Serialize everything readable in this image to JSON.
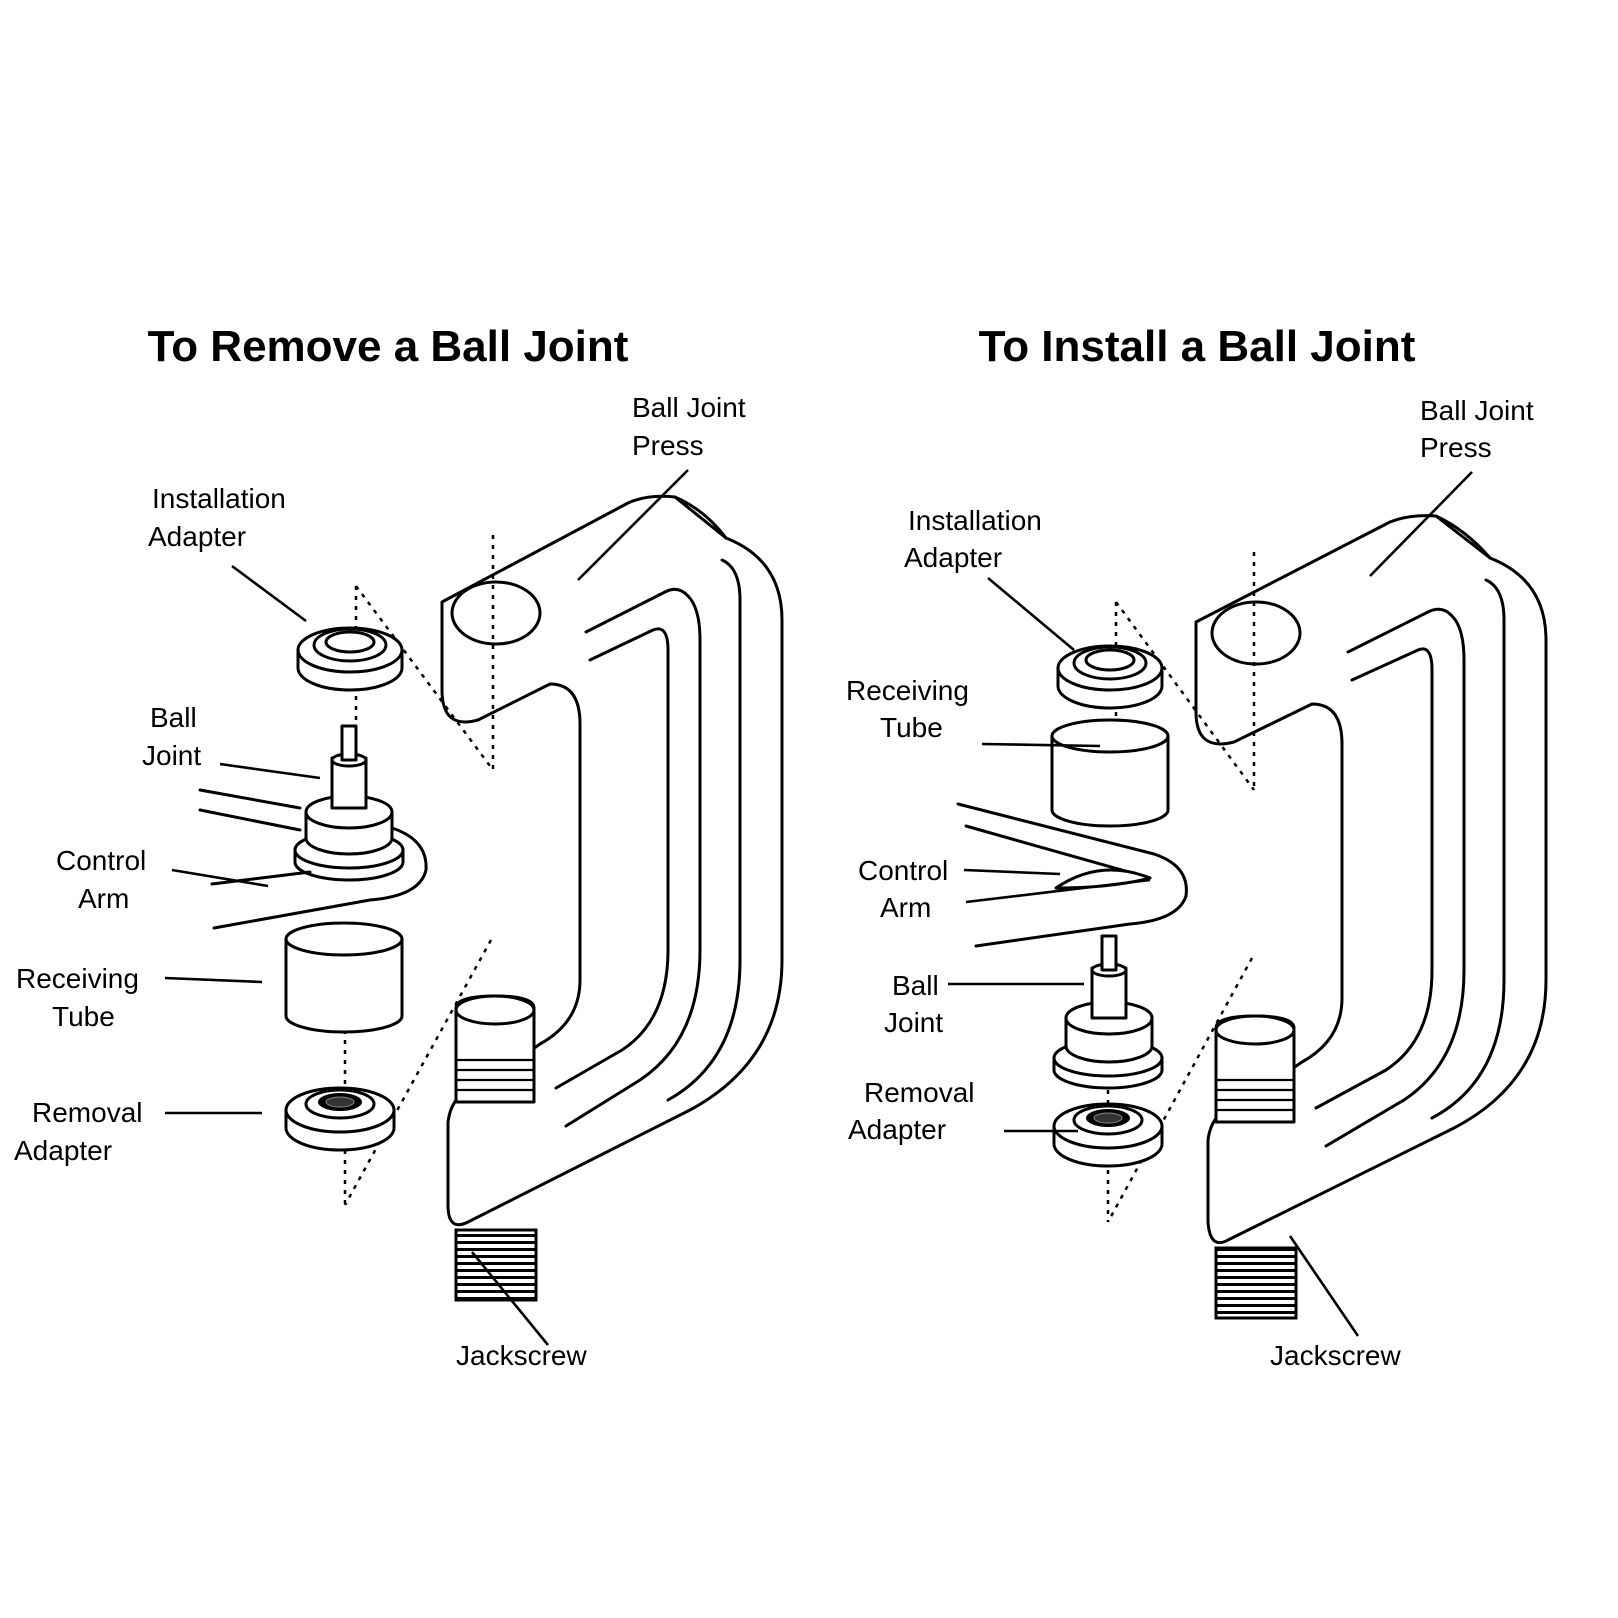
{
  "colors": {
    "line": "#000000",
    "background": "#ffffff"
  },
  "remove": {
    "title": "To Remove a Ball Joint",
    "labels": {
      "press": [
        "Ball Joint",
        "Press"
      ],
      "installation_adapter": [
        "Installation",
        "Adapter"
      ],
      "ball_joint": [
        "Ball",
        "Joint"
      ],
      "control_arm": [
        "Control",
        "Arm"
      ],
      "receiving_tube": [
        "Receiving",
        "Tube"
      ],
      "removal_adapter": [
        "Removal",
        "Adapter"
      ],
      "jackscrew": "Jackscrew"
    }
  },
  "install": {
    "title": "To Install a Ball Joint",
    "labels": {
      "press": [
        "Ball Joint",
        "Press"
      ],
      "installation_adapter": [
        "Installation",
        "Adapter"
      ],
      "receiving_tube": [
        "Receiving",
        "Tube"
      ],
      "control_arm": [
        "Control",
        "Arm"
      ],
      "ball_joint": [
        "Ball",
        "Joint"
      ],
      "removal_adapter": [
        "Removal",
        "Adapter"
      ],
      "jackscrew": "Jackscrew"
    }
  }
}
